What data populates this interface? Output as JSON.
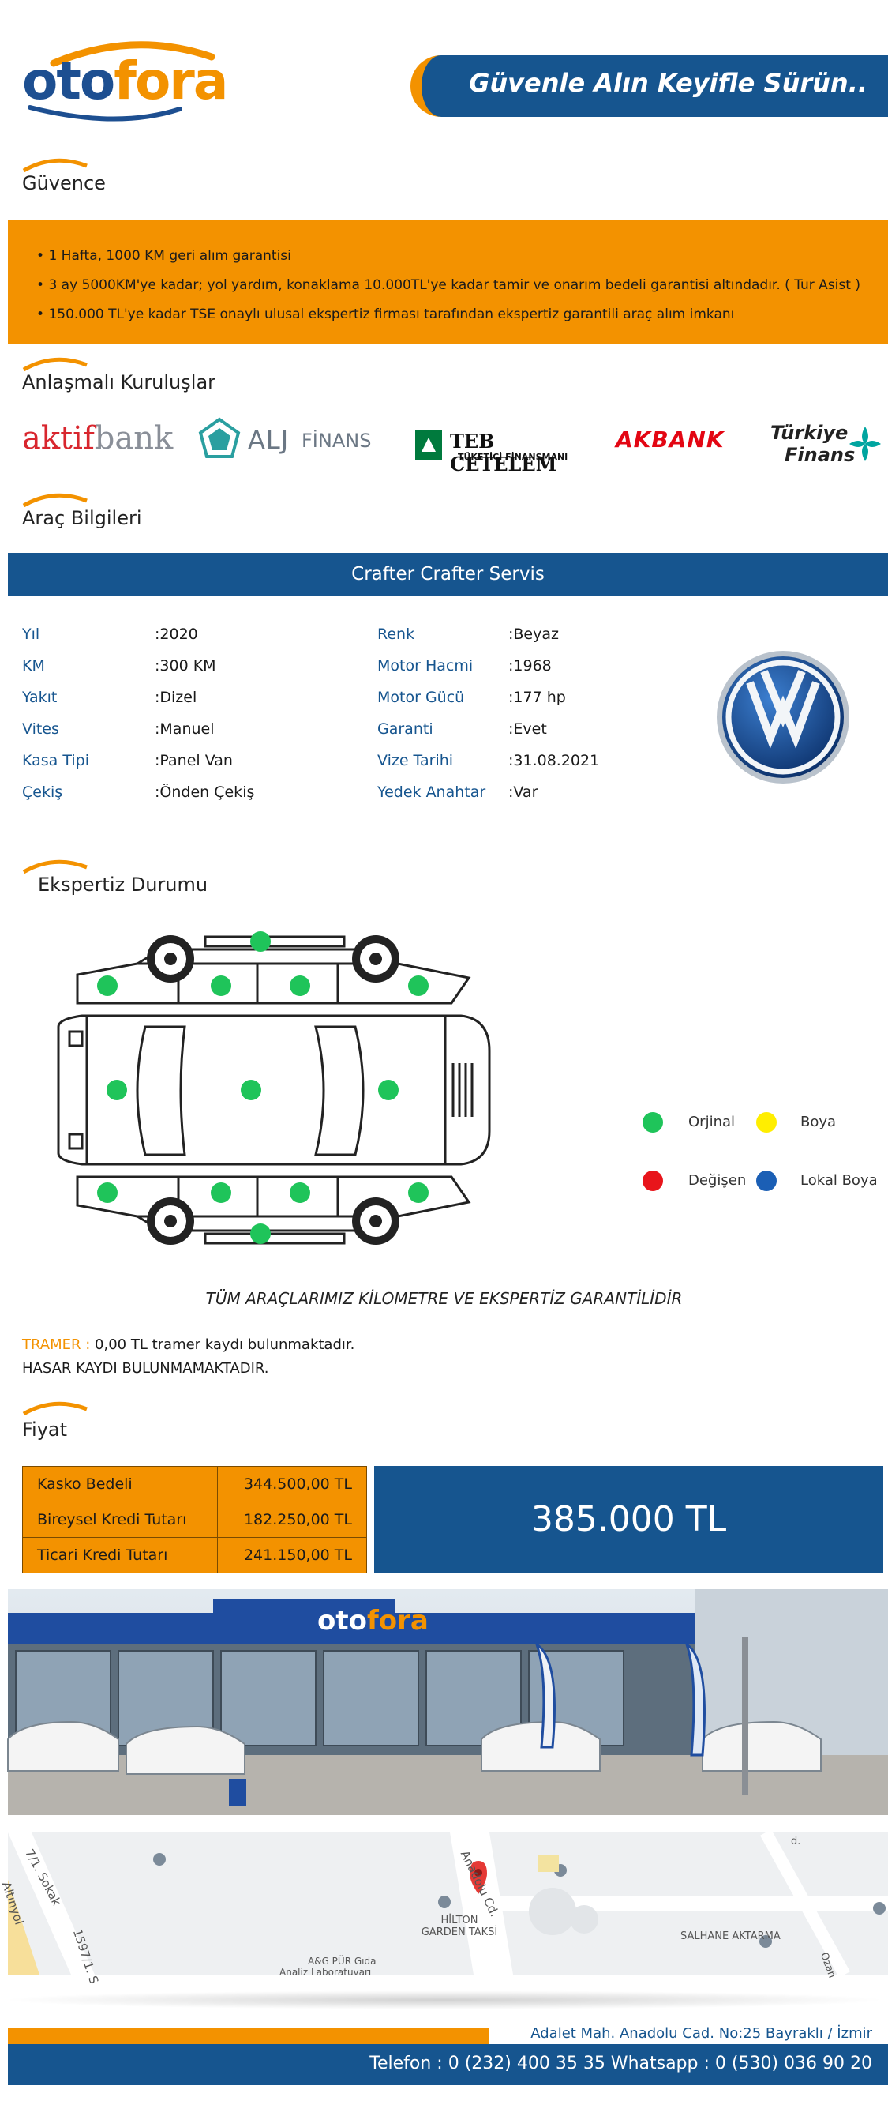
{
  "header": {
    "logo_part1": "oto",
    "logo_part2": "fora",
    "slogan": "Güvenle Alın Keyifle Sürün.."
  },
  "guvence": {
    "title": "Güvence",
    "items": [
      "1 Hafta, 1000 KM geri alım garantisi",
      "3 ay 5000KM'ye kadar; yol yardım, konaklama 10.000TL'ye kadar tamir ve onarım bedeli garantisi altındadır. ( Tur Asist )",
      "150.000 TL'ye kadar TSE onaylı ulusal ekspertiz firması tarafından ekspertiz garantili araç alım imkanı"
    ]
  },
  "partners": {
    "title": "Anlaşmalı Kuruluşlar",
    "names": [
      "aktif",
      "bank",
      "ALJ",
      "FİNANS",
      "TEB CETELEM",
      "TÜKETİCİ FİNANSMANI",
      "AKBANK",
      "Türkiye",
      "Finans"
    ]
  },
  "vehicle": {
    "title": "Araç Bilgileri",
    "name": "Crafter Crafter Servis",
    "left_specs": [
      {
        "label": "Yıl",
        "value": ":2020"
      },
      {
        "label": "KM",
        "value": ":300 KM"
      },
      {
        "label": "Yakıt",
        "value": ":Dizel"
      },
      {
        "label": "Vites",
        "value": ":Manuel"
      },
      {
        "label": "Kasa Tipi",
        "value": ":Panel Van"
      },
      {
        "label": "Çekiş",
        "value": ":Önden Çekiş"
      }
    ],
    "right_specs": [
      {
        "label": "Renk",
        "value": ":Beyaz"
      },
      {
        "label": "Motor Hacmi",
        "value": ":1968"
      },
      {
        "label": "Motor Gücü",
        "value": ":177 hp"
      },
      {
        "label": "Garanti",
        "value": ":Evet"
      },
      {
        "label": "Vize Tarihi",
        "value": ":31.08.2021"
      },
      {
        "label": "Yedek Anahtar",
        "value": ":Var"
      }
    ]
  },
  "ekspertiz": {
    "title": "Ekspertiz Durumu",
    "legend": [
      {
        "label": "Orjinal",
        "color": "#1fc45a"
      },
      {
        "label": "Boya",
        "color": "#ffee00"
      },
      {
        "label": "Değişen",
        "color": "#e8151b"
      },
      {
        "label": "Lokal Boya",
        "color": "#1b5fb5"
      }
    ],
    "part_color": "#1fc45a",
    "guarantee_text": "TÜM ARAÇLARIMIZ KİLOMETRE VE EKSPERTİZ GARANTİLİDİR",
    "tramer_label": "TRAMER :",
    "tramer_text": "0,00 TL tramer kaydı bulunmaktadır.",
    "hasar_text": "HASAR KAYDI BULUNMAMAKTADIR."
  },
  "fiyat": {
    "title": "Fiyat",
    "rows": [
      {
        "label": "Kasko Bedeli",
        "value": "344.500,00 TL"
      },
      {
        "label": "Bireysel Kredi Tutarı",
        "value": "182.250,00 TL"
      },
      {
        "label": "Ticari Kredi Tutarı",
        "value": "241.150,00 TL"
      }
    ],
    "price": "385.000 TL"
  },
  "map": {
    "labels": [
      "7/1. Sokak",
      "Altınyol",
      "1597/1. S",
      "Anadolu Cd.",
      "HİLTON GARDEN TAKSİ",
      "SALHANE AKTARMA",
      "A&G PÜR Gıda",
      "Analiz Laboratuvarı",
      "Ozan",
      "d."
    ]
  },
  "footer": {
    "address": "Adalet Mah. Anadolu Cad. No:25 Bayraklı / İzmir",
    "contact": "Telefon : 0 (232) 400 35 35 Whatsapp : 0 (530) 036 90 20"
  }
}
